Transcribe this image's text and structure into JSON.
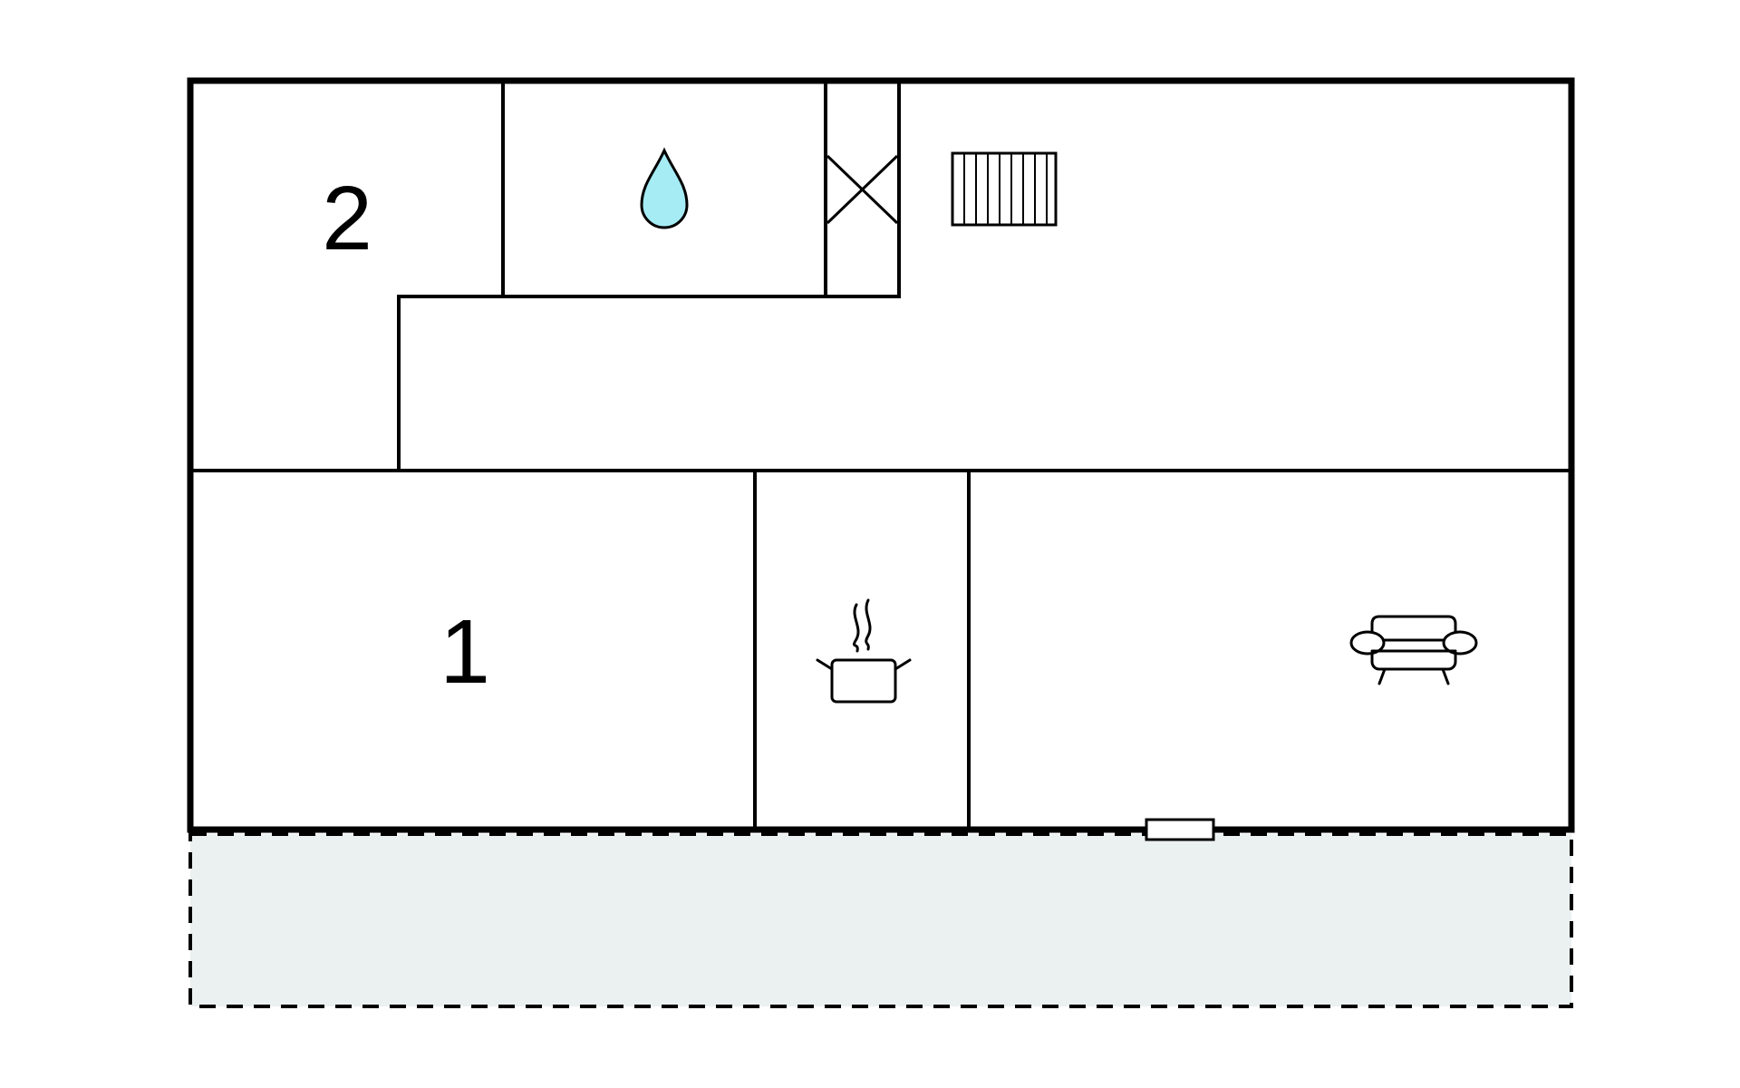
{
  "floorplan": {
    "rooms": [
      {
        "id": "bedroom-2",
        "number": "2"
      },
      {
        "id": "bedroom-1",
        "number": "1"
      }
    ],
    "icons": [
      "water-drop-icon",
      "shaft-icon",
      "stairs-icon",
      "cooking-pot-icon",
      "sofa-icon",
      "door-icon"
    ],
    "colors": {
      "walls": "#000000",
      "water": "#a6ecf5",
      "terrace": "#ebf0f0",
      "background": "#ffffff"
    }
  }
}
